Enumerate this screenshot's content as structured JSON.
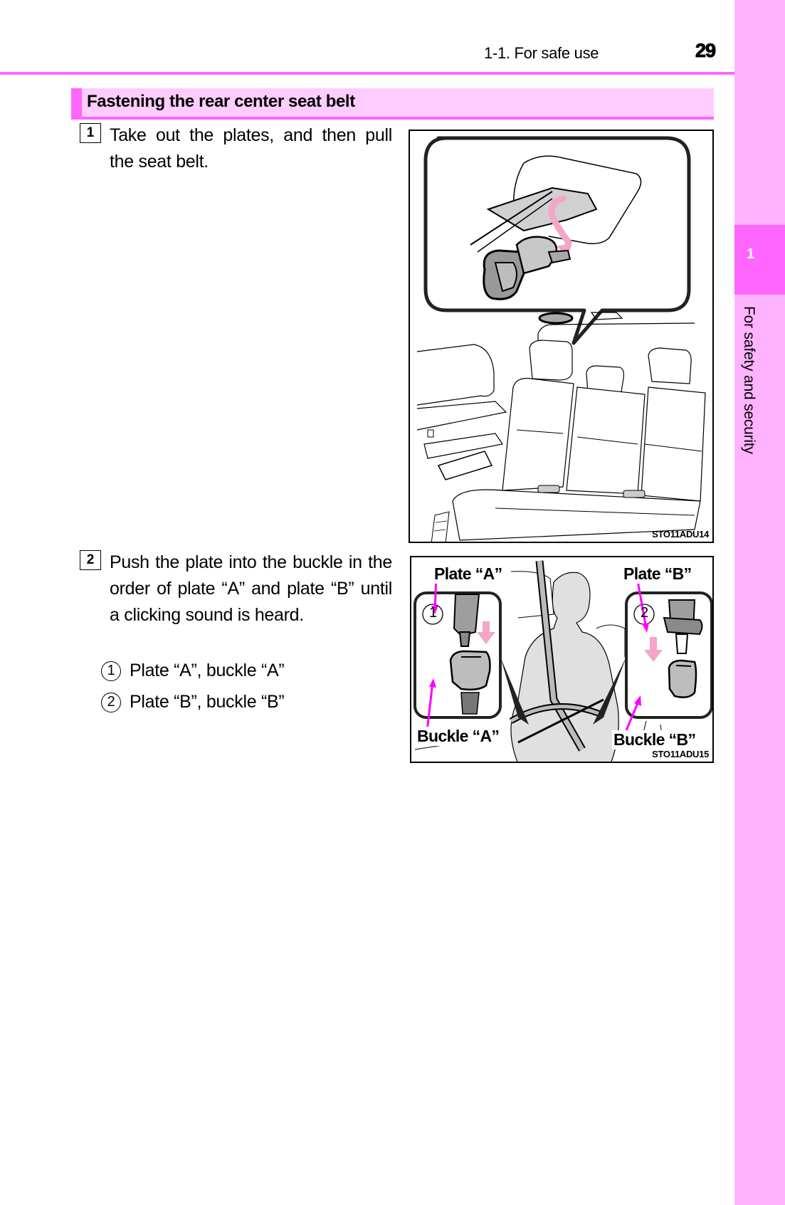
{
  "header": {
    "section": "1-1. For safe use",
    "page_number": "29"
  },
  "sidebar": {
    "chapter_number": "1",
    "chapter_title": "For safety and security"
  },
  "section": {
    "title": "Fastening the rear center seat belt"
  },
  "steps": [
    {
      "number": "1",
      "text": "Take out the plates, and then pull the seat belt."
    },
    {
      "number": "2",
      "text": "Push the plate into the buckle in the order of plate “A” and plate “B” until a clicking sound is heard.",
      "sub_items": [
        {
          "number": "1",
          "text": "Plate “A”, buckle “A”"
        },
        {
          "number": "2",
          "text": "Plate “B”, buckle “B”"
        }
      ]
    }
  ],
  "figures": [
    {
      "id": "STO11ADU14",
      "description": "Rear seat with ceiling-stored seat belt plates, inset showing plates being removed from ceiling holder",
      "colors": {
        "accent_arrow": "#f4a6c8",
        "fill": "#b3b3b3"
      }
    },
    {
      "id": "STO11ADU15",
      "labels": {
        "plate_a": "Plate “A”",
        "plate_b": "Plate “B”",
        "buckle_a": "Buckle “A”",
        "buckle_b": "Buckle “B”",
        "inset_1": "1",
        "inset_2": "2"
      },
      "colors": {
        "pointer": "#ff00ff",
        "arrow": "#f4a6c8",
        "fill": "#cccccc"
      }
    }
  ],
  "colors": {
    "accent": "#ff66ff",
    "sidebar": "#ffb3ff",
    "section_bg": "#ffccff"
  }
}
